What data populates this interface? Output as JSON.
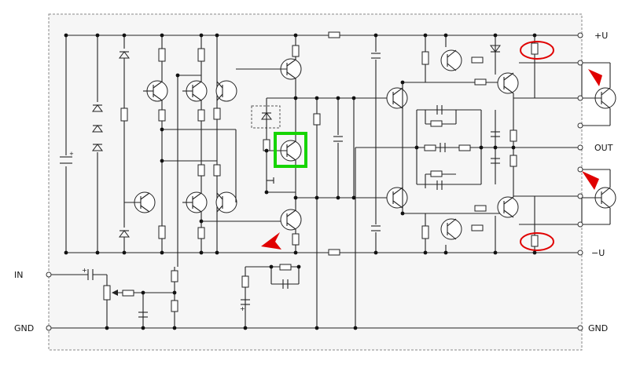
{
  "labels": {
    "plus_u": "+U",
    "out": "OUT",
    "minus_u": "−U",
    "gnd_right": "GND",
    "in": "IN",
    "gnd_left": "GND"
  },
  "highlights": {
    "box_color": "#16d400",
    "marker_color": "#e00000",
    "arrow_color": "#e00000",
    "panel_bg": "#f6f6f6"
  }
}
